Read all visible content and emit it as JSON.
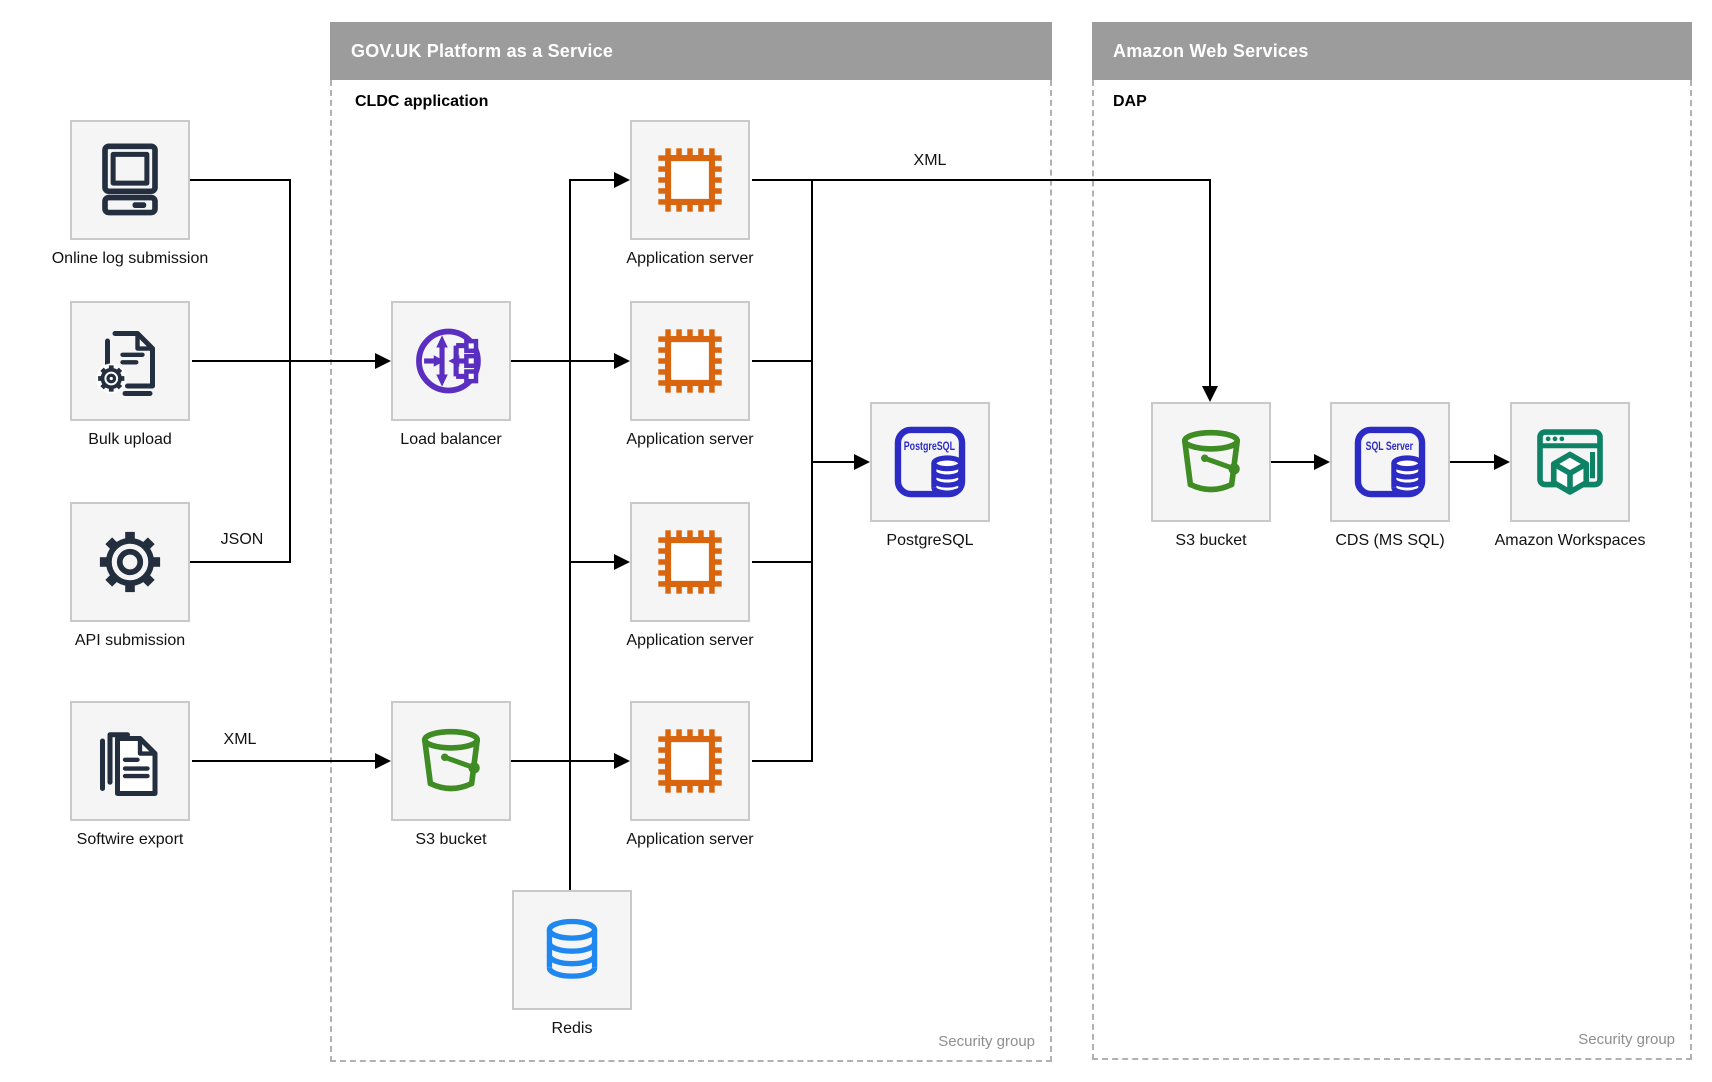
{
  "regions": {
    "paas": {
      "title": "GOV.UK Platform as a Service",
      "sublabel": "CLDC application",
      "security": "Security group"
    },
    "aws": {
      "title": "Amazon Web Services",
      "sublabel": "DAP",
      "security": "Security group"
    }
  },
  "nodes": {
    "online_log_submission": "Online log submission",
    "bulk_upload": "Bulk upload",
    "api_submission": "API submission",
    "softwire_export": "Softwire export",
    "load_balancer": "Load balancer",
    "s3_bucket_paas": "S3 bucket",
    "application_server": "Application server",
    "postgresql": "PostgreSQL",
    "redis": "Redis",
    "s3_bucket_aws": "S3 bucket",
    "cds_ms_sql": "CDS (MS SQL)",
    "amazon_workspaces": "Amazon Workspaces"
  },
  "edge_labels": {
    "api_json": "JSON",
    "softwire_xml": "XML",
    "app_to_aws_xml": "XML"
  },
  "icon_texts": {
    "postgresql_badge": "PostgreSQL",
    "sql_server_badge": "SQL Server"
  },
  "colors": {
    "header_bar": "#9c9c9c",
    "node_fill": "#f5f5f5",
    "node_border": "#c9c9c9",
    "dashed_border": "#b1b1b1",
    "line": "#000000",
    "dark_navy_icon": "#232f3e",
    "orange_icon": "#d9660f",
    "purple_icon": "#5a2ec0",
    "green_icon": "#3f8b24",
    "blue_icon": "#1e87f0",
    "indigo_icon": "#2c2cc4",
    "teal_icon": "#0e8265",
    "security_text": "#8f8f8f"
  }
}
